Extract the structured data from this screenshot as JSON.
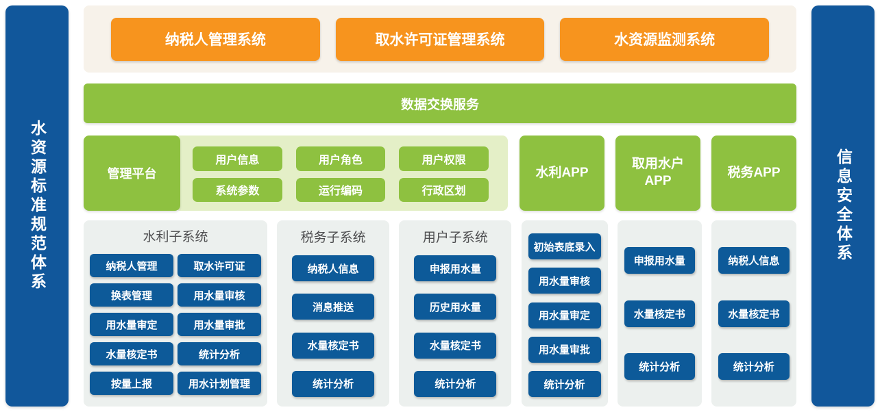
{
  "pillars": {
    "left": "水资源标准规范体系",
    "right": "信息安全体系"
  },
  "top_systems": [
    "纳税人管理系统",
    "取水许可证管理系统",
    "水资源监测系统"
  ],
  "exchange_service": "数据交换服务",
  "platform_row": {
    "platform": "管理平台",
    "modules": [
      "用户信息",
      "用户角色",
      "用户权限",
      "系统参数",
      "运行编码",
      "行政区划"
    ],
    "apps": [
      "水利APP",
      "取用水户APP",
      "税务APP"
    ]
  },
  "subsystems": [
    {
      "title": "水利子系统",
      "items": [
        "纳税人管理",
        "取水许可证",
        "换表管理",
        "用水量审核",
        "用水量审定",
        "用水量审批",
        "水量核定书",
        "统计分析",
        "按量上报",
        "用水计划管理"
      ]
    },
    {
      "title": "税务子系统",
      "items": [
        "纳税人信息",
        "消息推送",
        "水量核定书",
        "统计分析"
      ]
    },
    {
      "title": "用户子系统",
      "items": [
        "申报用水量",
        "历史用水量",
        "水量核定书",
        "统计分析"
      ]
    },
    {
      "title": "",
      "items": [
        "初始表底录入",
        "用水量审核",
        "用水量审定",
        "用水量审批",
        "统计分析"
      ]
    },
    {
      "title": "",
      "items": [
        "申报用水量",
        "水量核定书",
        "统计分析"
      ]
    },
    {
      "title": "",
      "items": [
        "纳税人信息",
        "水量核定书",
        "统计分析"
      ]
    }
  ],
  "colors": {
    "pillar_blue": "#11579B",
    "button_blue": "#0D5A99",
    "orange": "#F7941E",
    "green": "#8EC140",
    "light_green": "#E4EFC7",
    "cream_band": "#F7F2EA",
    "panel_gray": "#ECF0EE",
    "title_gray": "#4E4E50"
  }
}
